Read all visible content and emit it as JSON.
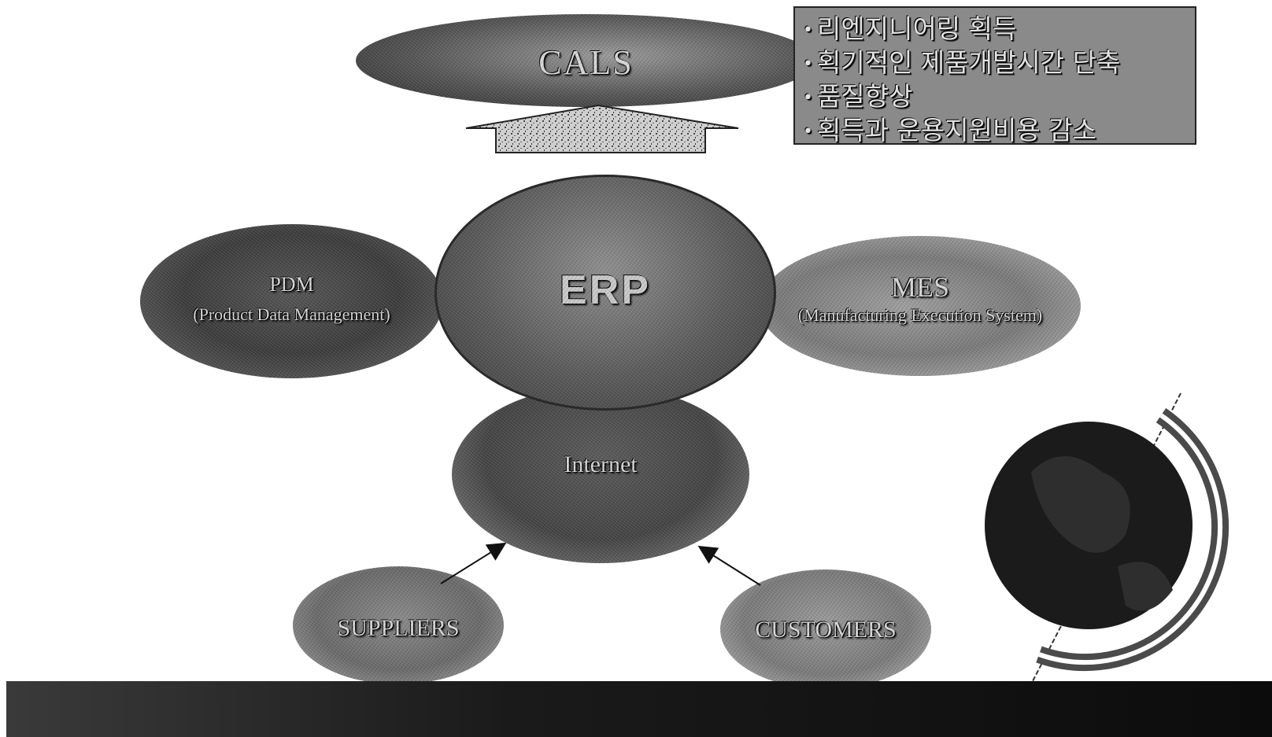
{
  "diagram": {
    "top_node": "CALS",
    "benefits": [
      "리엔지니어링 획득",
      "획기적인 제품개발시간 단축",
      "품질향상",
      "획득과 운용지원비용 감소"
    ],
    "center_node": "ERP",
    "left_node": {
      "title": "PDM",
      "subtitle": "(Product Data Management)"
    },
    "right_node": {
      "title": "MES",
      "subtitle": "(Manufacturing Execution System)"
    },
    "network_node": "Internet",
    "bottom_left_node": "SUPPLIERS",
    "bottom_right_node": "CUSTOMERS"
  },
  "icons": {
    "up_arrow": "block-arrow-up-icon",
    "globe": "globe-icon"
  },
  "colors": {
    "node_dark": "#3c3c3c",
    "node_light": "#9e9e9e",
    "label_text": "#d8d8d8",
    "ground": "#1a1a1a"
  }
}
